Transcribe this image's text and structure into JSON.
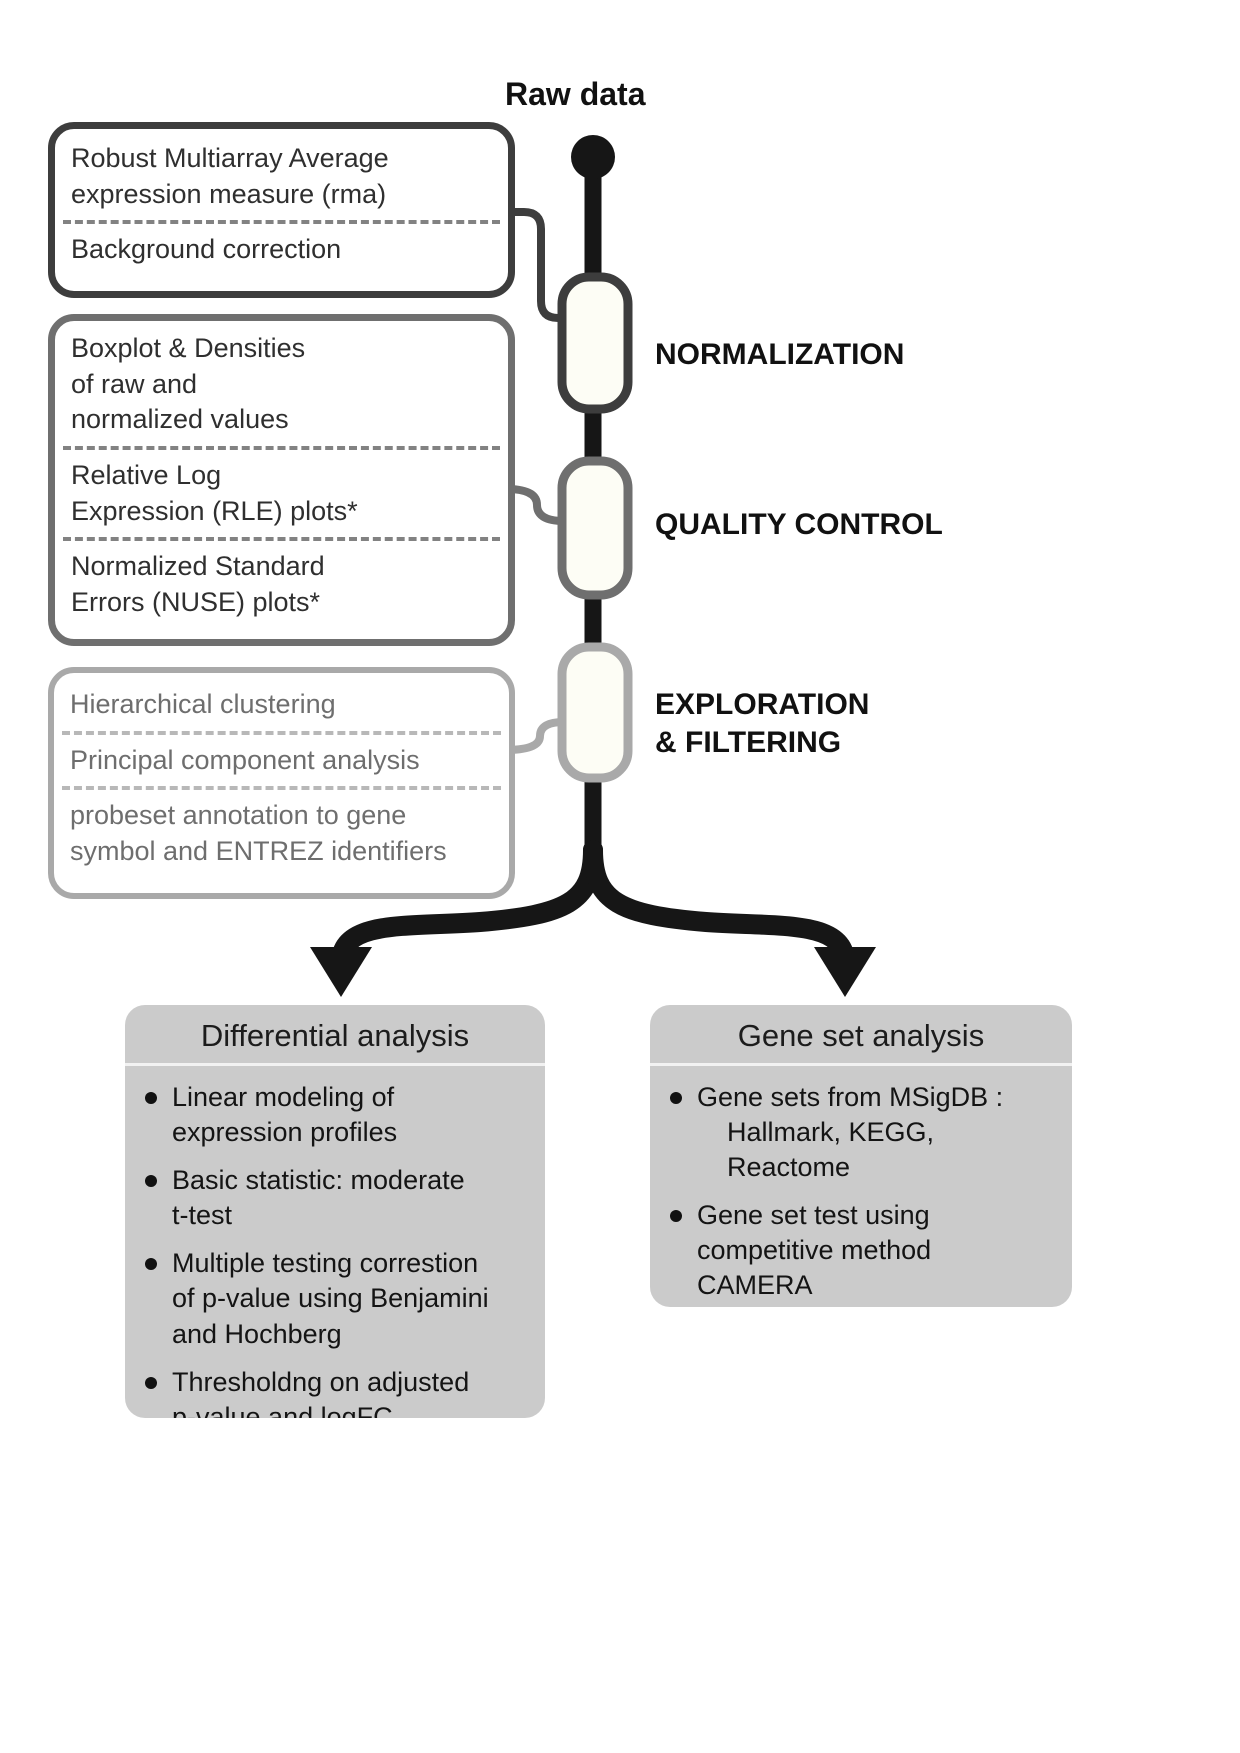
{
  "raw_data_label": "Raw data",
  "colors": {
    "spine": "#161616",
    "stage1": "#3d3d3d",
    "stage2": "#6f6f6f",
    "stage3": "#a9a9a9",
    "node_fill": "#fdfdf5",
    "panel_bg": "#cbcbcb",
    "box_text_dark": "#2f2f2f",
    "box_text_light": "#6e6e6e"
  },
  "stages": [
    {
      "label": "NORMALIZATION",
      "steps": [
        "Robust Multiarray Average\nexpression measure (rma)",
        "Background correction"
      ]
    },
    {
      "label": "QUALITY CONTROL",
      "steps": [
        "Boxplot & Densities\nof raw and\nnormalized values",
        "Relative Log\nExpression (RLE) plots*",
        "Normalized Standard\nErrors (NUSE) plots*"
      ]
    },
    {
      "label": "EXPLORATION\n& FILTERING",
      "steps": [
        "Hierarchical clustering",
        "Principal component analysis",
        "probeset annotation to gene\nsymbol and ENTREZ identifiers"
      ]
    }
  ],
  "analyses": [
    {
      "title": "Differential analysis",
      "bullets": [
        "Linear modeling of\nexpression profiles",
        "Basic statistic: moderate\nt-test",
        "Multiple testing correstion\nof p-value using Benjamini\nand Hochberg",
        "Thresholdng on adjusted\np-value and logFC"
      ]
    },
    {
      "title": "Gene set analysis",
      "bullets": [
        "Gene sets from MSigDB :\n    Hallmark, KEGG,\n    Reactome",
        "Gene set test using\ncompetitive method\nCAMERA"
      ]
    }
  ]
}
